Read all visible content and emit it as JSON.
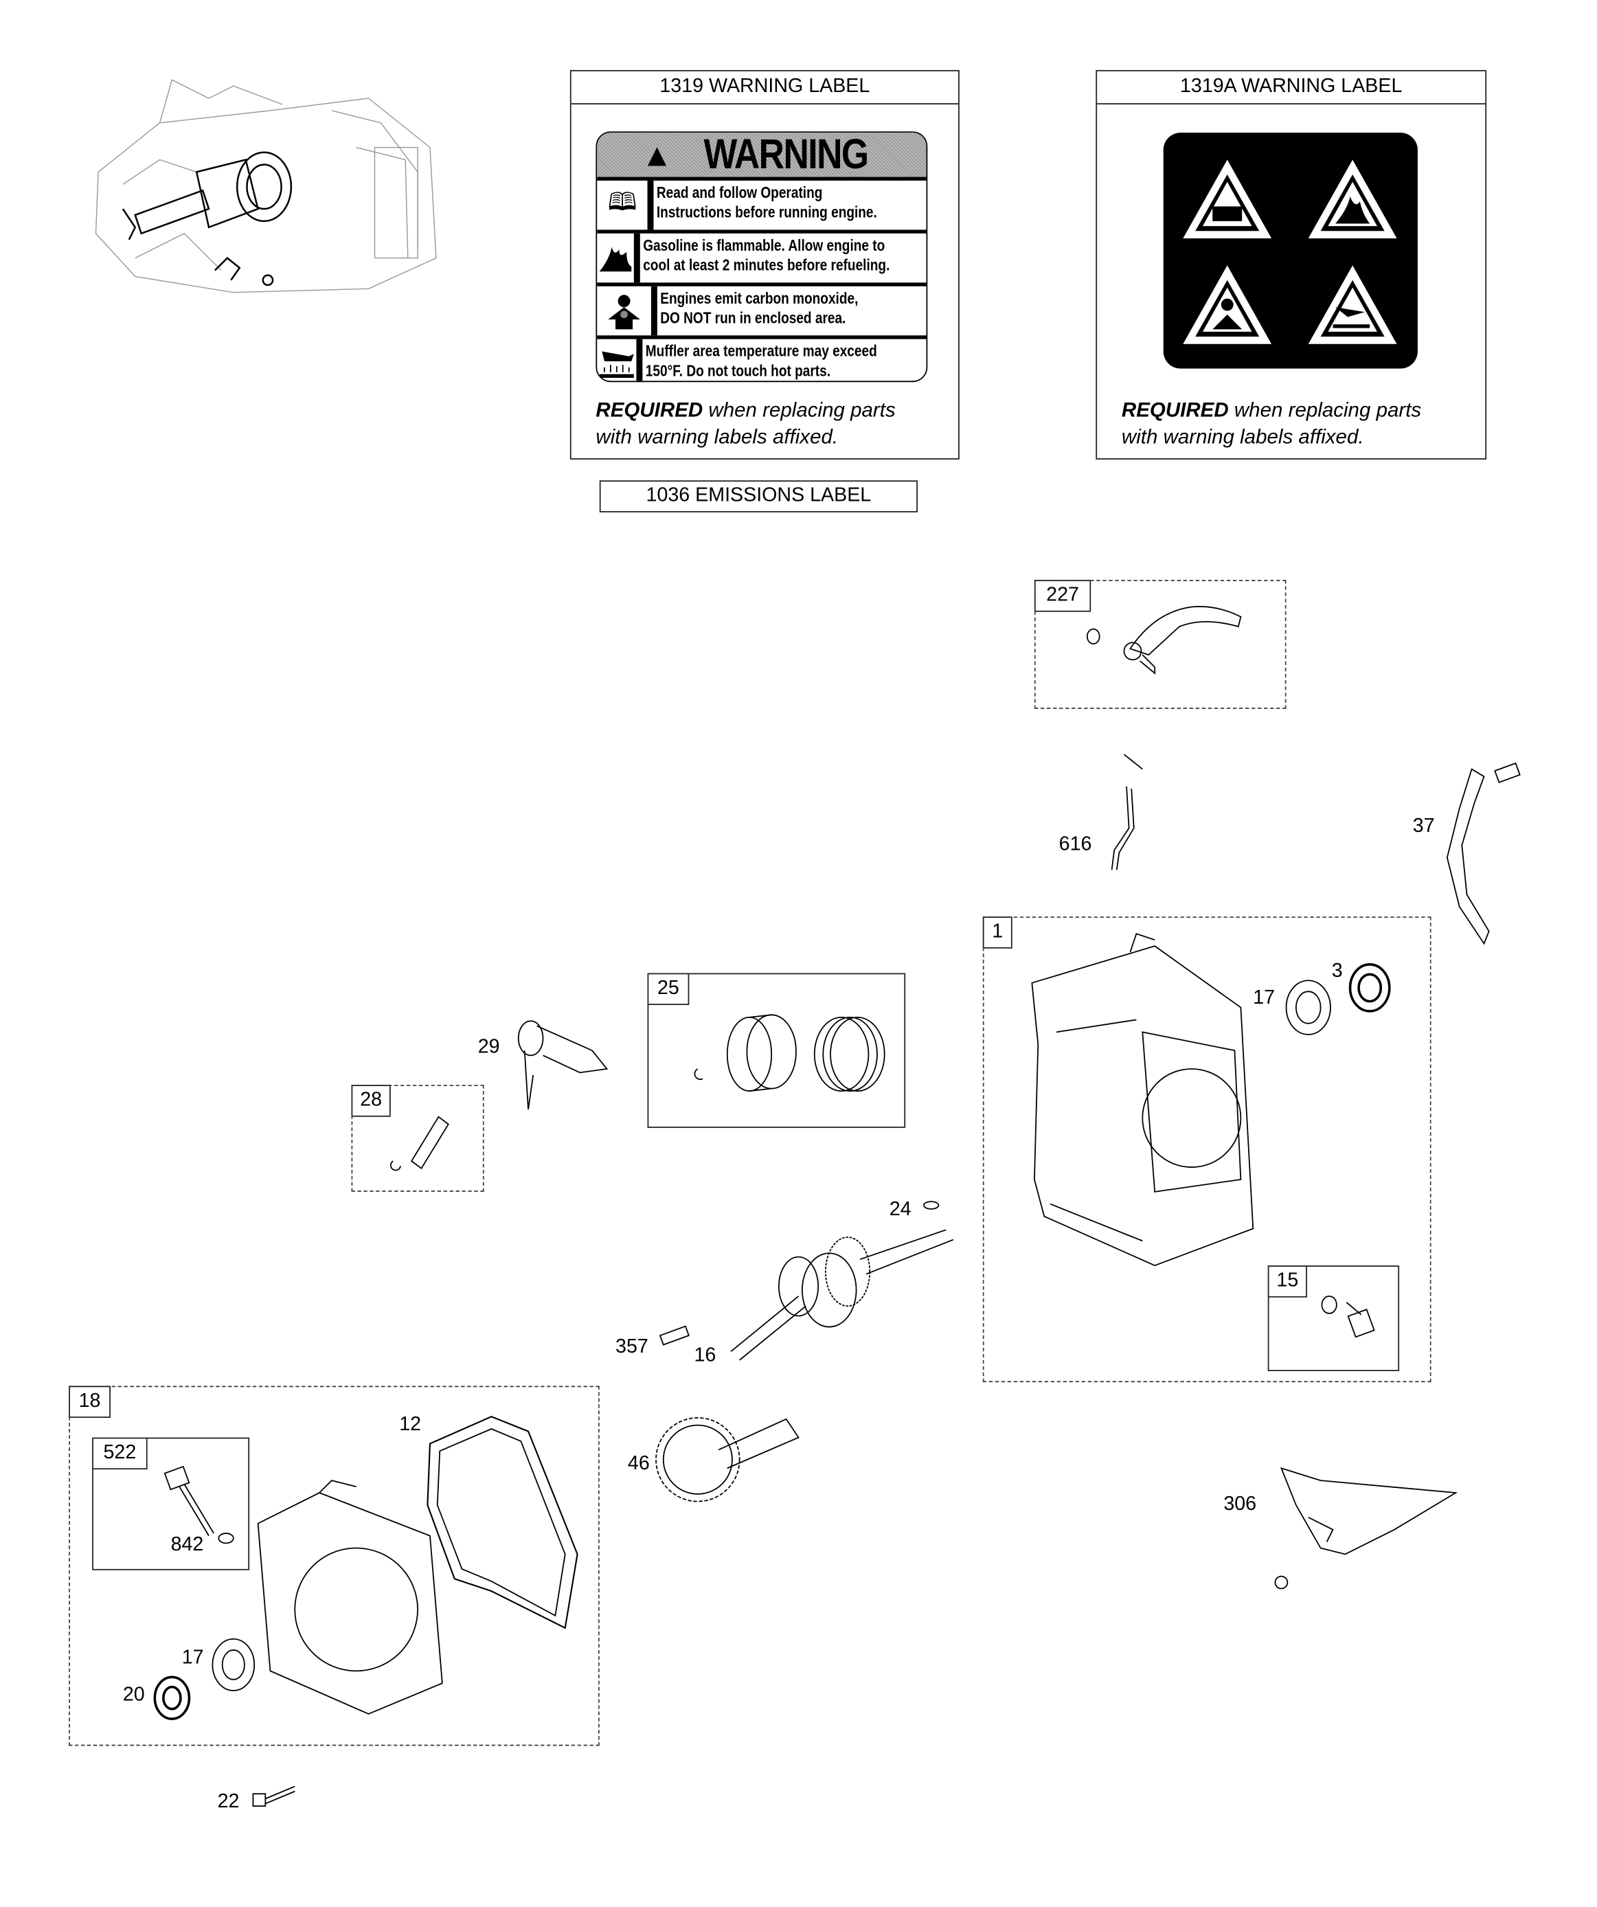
{
  "labels": {
    "warning_1319": {
      "title": "1319 WARNING LABEL",
      "sticker_heading": "WARNING",
      "rows": [
        {
          "icon": "book-icon",
          "line1": "Read and follow Operating",
          "line2": "Instructions before running engine."
        },
        {
          "icon": "fire-icon",
          "line1": "Gasoline is flammable. Allow engine to",
          "line2": "cool at least 2 minutes before refueling."
        },
        {
          "icon": "carbon-monoxide-icon",
          "line1": "Engines emit carbon monoxide,",
          "line2": "DO NOT run in enclosed area."
        },
        {
          "icon": "hot-surface-icon",
          "line1": "Muffler area temperature may exceed",
          "line2": "150°F.  Do not touch hot parts."
        }
      ],
      "required_bold": "REQUIRED",
      "required_rest": " when replacing parts",
      "required_line2": "with warning labels affixed."
    },
    "warning_1319a": {
      "title": "1319A WARNING LABEL",
      "icons": [
        "book-icon",
        "fire-icon",
        "carbon-monoxide-icon",
        "hot-surface-icon"
      ],
      "required_bold": "REQUIRED",
      "required_rest": " when replacing parts",
      "required_line2": "with warning labels affixed."
    },
    "emissions_1036": {
      "title": "1036 EMISSIONS LABEL"
    }
  },
  "callouts": {
    "k227": "227",
    "p616": "616",
    "p37": "37",
    "k1": "1",
    "p17a": "17",
    "p3": "3",
    "k15": "15",
    "k25": "25",
    "p29": "29",
    "k28": "28",
    "p24": "24",
    "p357": "357",
    "p16": "16",
    "k18": "18",
    "k522": "522",
    "p842": "842",
    "p12": "12",
    "p17b": "17",
    "p20": "20",
    "p46": "46",
    "p306": "306",
    "p22": "22"
  }
}
